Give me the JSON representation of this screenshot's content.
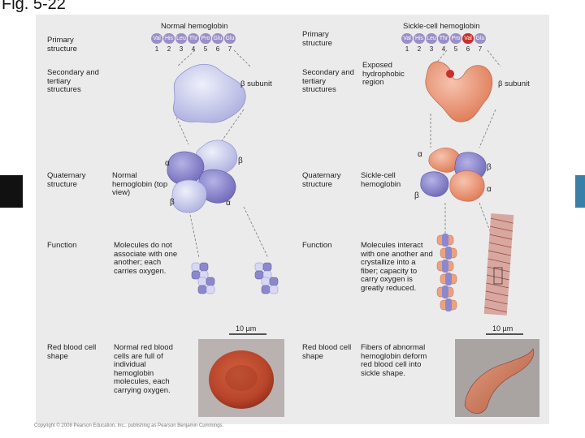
{
  "title": "Fig. 5-22",
  "normal": {
    "header": "Normal hemoglobin",
    "primary_label": "Primary structure",
    "sequence": [
      "Val",
      "His",
      "Leu",
      "Thr",
      "Pro",
      "Glu",
      "Glu"
    ],
    "numbers": [
      "1",
      "2",
      "3",
      "4",
      "5",
      "6",
      "7"
    ],
    "secondary_label": "Secondary and tertiary structures",
    "beta_subunit": "β subunit",
    "quaternary_label": "Quaternary structure",
    "quaternary_desc": "Normal hemoglobin (top view)",
    "alpha1": "α",
    "alpha2": "α",
    "beta1": "β",
    "beta2": "β",
    "function_label": "Function",
    "function_desc": "Molecules do not associate with one another; each carries oxygen.",
    "rbc_label": "Red blood cell shape",
    "rbc_desc": "Normal red blood cells are full of individual hemoglobin molecules, each carrying oxygen.",
    "scale": "10 µm"
  },
  "sickle": {
    "header": "Sickle-cell hemoglobin",
    "primary_label": "Primary structure",
    "sequence": [
      "Val",
      "His",
      "Leu",
      "Thr",
      "Pro",
      "Val",
      "Glu"
    ],
    "numbers": [
      "1",
      "2",
      "3",
      "4",
      "5",
      "6",
      "7"
    ],
    "secondary_label": "Secondary and tertiary structures",
    "exposed": "Exposed hydrophobic region",
    "beta_subunit": "β subunit",
    "quaternary_label": "Quaternary structure",
    "quaternary_desc": "Sickle-cell hemoglobin",
    "alpha1": "α",
    "alpha2": "α",
    "beta1": "β",
    "beta2": "β",
    "function_label": "Function",
    "function_desc": "Molecules interact with one another and crystallize into a fiber; capacity to carry oxygen is greatly reduced.",
    "rbc_label": "Red blood cell shape",
    "rbc_desc": "Fibers of abnormal hemoglobin deform red blood cell into sickle shape.",
    "scale": "10 µm"
  },
  "copyright": "Copyright © 2008 Pearson Education, Inc., publishing as Pearson Benjamin Cummings.",
  "colors": {
    "normal_protein": "#9d98d8",
    "normal_light": "#d8d8f4",
    "sickle_protein": "#e7876a",
    "sickle_light": "#f3b9a3",
    "mutation": "#c8302c",
    "rbc_normal": "#b8442a",
    "rbc_sickle": "#c46a50"
  }
}
